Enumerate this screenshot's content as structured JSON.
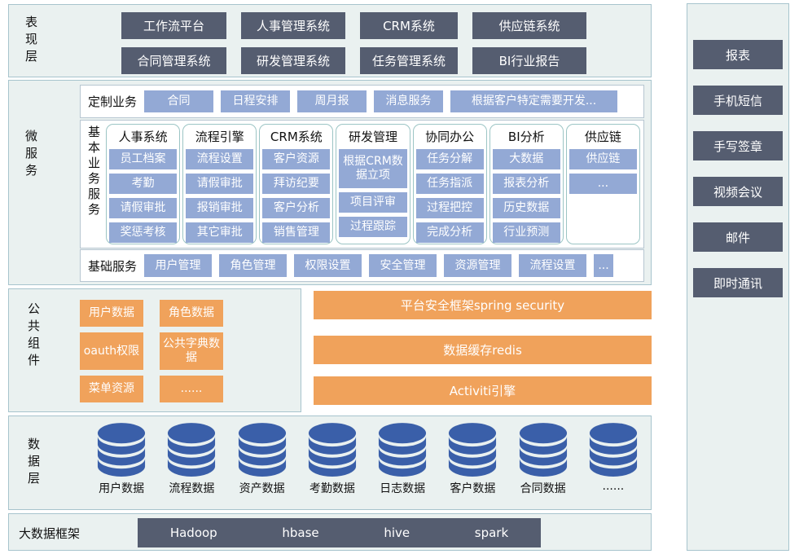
{
  "colors": {
    "dark_button": "#555d70",
    "blue_button": "#93a9d5",
    "orange_button": "#f0a25b",
    "database_blue": "#3a5fa9",
    "section_background": "#eaf1f0",
    "section_border": "#a7c4cd"
  },
  "presentation_layer": {
    "label": "表现层",
    "buttons": [
      "工作流平台",
      "人事管理系统",
      "CRM系统",
      "供应链系统",
      "合同管理系统",
      "研发管理系统",
      "任务管理系统",
      "BI行业报告"
    ]
  },
  "microservices": {
    "label": "微服务",
    "custom_business": {
      "label": "定制业务",
      "buttons": [
        "合同",
        "日程安排",
        "周月报",
        "消息服务",
        "根据客户特定需要开发..."
      ]
    },
    "basic_business": {
      "label": "基本业务服务",
      "columns": [
        {
          "title": "人事系统",
          "items": [
            "员工档案",
            "考勤",
            "请假审批",
            "奖惩考核"
          ]
        },
        {
          "title": "流程引擎",
          "items": [
            "流程设置",
            "请假审批",
            "报销审批",
            "其它审批"
          ]
        },
        {
          "title": "CRM系统",
          "items": [
            "客户资源",
            "拜访纪要",
            "客户分析",
            "销售管理"
          ]
        },
        {
          "title": "研发管理",
          "items": [
            "根据CRM数据立项",
            "项目评审",
            "过程跟踪"
          ]
        },
        {
          "title": "协同办公",
          "items": [
            "任务分解",
            "任务指派",
            "过程把控",
            "完成分析"
          ]
        },
        {
          "title": "BI分析",
          "items": [
            "大数据",
            "报表分析",
            "历史数据",
            "行业预测"
          ]
        },
        {
          "title": "供应链",
          "items": [
            "供应链",
            "..."
          ]
        }
      ]
    },
    "base_services": {
      "label": "基础服务",
      "buttons": [
        "用户管理",
        "角色管理",
        "权限设置",
        "安全管理",
        "资源管理",
        "流程设置",
        "..."
      ]
    }
  },
  "common_components": {
    "label": "公共组件",
    "buttons": [
      "用户数据",
      "角色数据",
      "oauth权限",
      "公共字典数据",
      "菜单资源",
      "......"
    ]
  },
  "middleware_bars": [
    "平台安全框架spring security",
    "数据缓存redis",
    "Activiti引擎"
  ],
  "data_layer": {
    "label": "数据层",
    "databases": [
      "用户数据",
      "流程数据",
      "资产数据",
      "考勤数据",
      "日志数据",
      "客户数据",
      "合同数据",
      "......"
    ]
  },
  "bigdata": {
    "label": "大数据框架",
    "items": [
      "Hadoop",
      "hbase",
      "hive",
      "spark"
    ]
  },
  "right_panel": {
    "buttons": [
      "报表",
      "手机短信",
      "手写签章",
      "视频会议",
      "邮件",
      "即时通讯"
    ]
  }
}
